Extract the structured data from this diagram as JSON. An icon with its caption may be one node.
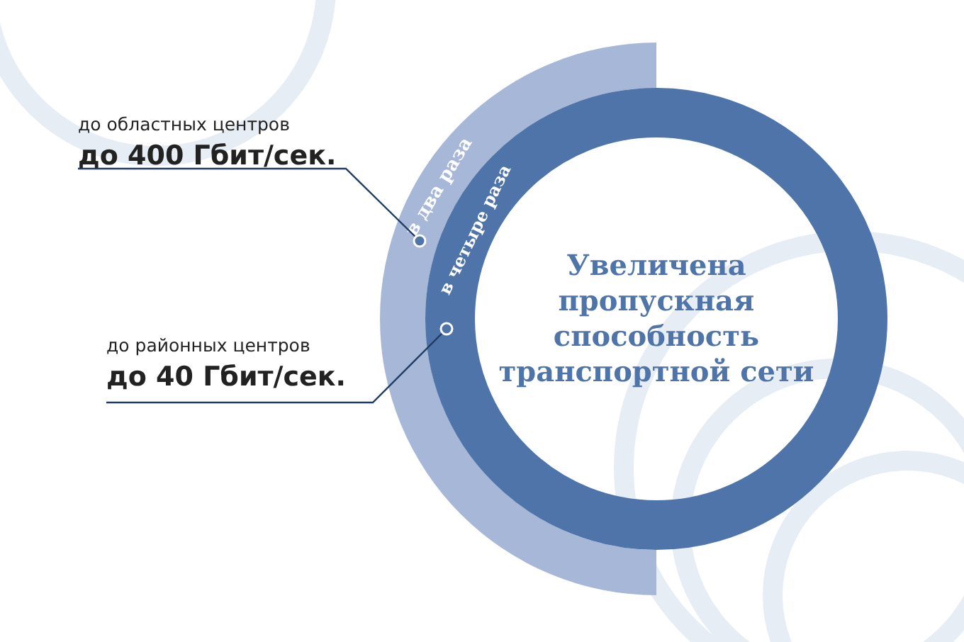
{
  "diagram": {
    "nodes": [
      {
        "text": [
          "в два раза"
        ]
      },
      {
        "text": [
          "в четыре раза"
        ]
      },
      {
        "text": [
          "Увеличена пропускная способность транспортной сети"
        ],
        "in": 1
      },
      {
        "text": [
          "до областных центров",
          "до 400 Гбит/сек."
        ]
      },
      {
        "text": [
          "до районных центров",
          "до 40 Гбит/сек."
        ]
      }
    ],
    "edges": [
      {
        "from": 3,
        "to": 0,
        "arrow": "other"
      },
      {
        "from": 4,
        "to": 1,
        "arrow": "other"
      }
    ]
  }
}
